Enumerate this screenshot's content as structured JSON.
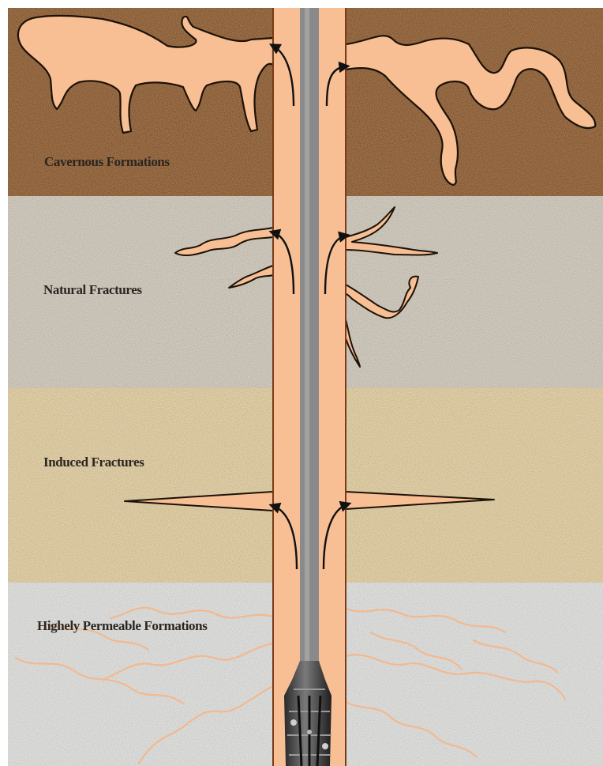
{
  "layers": [
    {
      "label": "Cavernous Formations",
      "color": "#b07c4e"
    },
    {
      "label": "Natural Fractures",
      "color": "#d9d2c6"
    },
    {
      "label": "Induced Fractures",
      "color": "#ecd9ae"
    },
    {
      "label": "Highely Permeable Formations",
      "color": "#e6e6e4"
    }
  ],
  "wellbore": {
    "fluid_color": "#f8bf94",
    "pipe_color": "#8a8a8a",
    "outline_color": "#7a3b18"
  }
}
